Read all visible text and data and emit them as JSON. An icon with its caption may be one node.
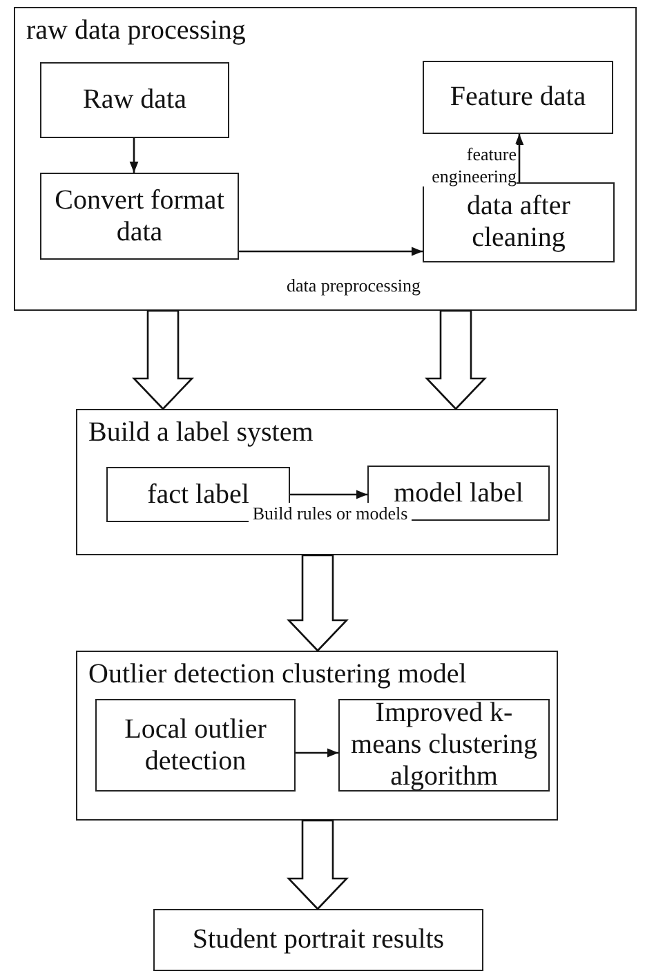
{
  "diagram": {
    "nodes": [
      {
        "text": [
          "raw data processing"
        ]
      },
      {
        "text": [
          "Raw data"
        ],
        "in": 0
      },
      {
        "text": [
          "Feature data"
        ],
        "in": 0
      },
      {
        "text": [
          "Convert format data"
        ],
        "in": 0
      },
      {
        "text": [
          "data after cleaning"
        ],
        "in": 0
      },
      {
        "text": [
          "Build a label system"
        ]
      },
      {
        "text": [
          "fact label"
        ],
        "in": 5
      },
      {
        "text": [
          "model label"
        ],
        "in": 5
      },
      {
        "text": [
          "Outlier detection clustering model"
        ]
      },
      {
        "text": [
          "Local outlier detection"
        ],
        "in": 8
      },
      {
        "text": [
          "Improved k-means clustering algorithm"
        ],
        "in": 8
      },
      {
        "text": [
          "Student portrait results"
        ]
      }
    ],
    "edges": [
      {
        "from": 1,
        "to": 3,
        "arrow": "to"
      },
      {
        "from": 3,
        "to": 4,
        "arrow": "to",
        "label": "data preprocessing"
      },
      {
        "from": 4,
        "to": 2,
        "arrow": "to",
        "label": "feature engineering"
      },
      {
        "from": 0,
        "to": 5,
        "arrow": "to",
        "style": "thick"
      },
      {
        "from": 0,
        "to": 5,
        "arrow": "to",
        "style": "thick"
      },
      {
        "from": 6,
        "to": 7,
        "arrow": "to",
        "label": "Build rules or models"
      },
      {
        "from": 9,
        "to": 10,
        "arrow": "to"
      },
      {
        "from": 5,
        "to": 8,
        "arrow": "to",
        "style": "thick"
      },
      {
        "from": 8,
        "to": 11,
        "arrow": "to",
        "style": "thick"
      }
    ]
  }
}
